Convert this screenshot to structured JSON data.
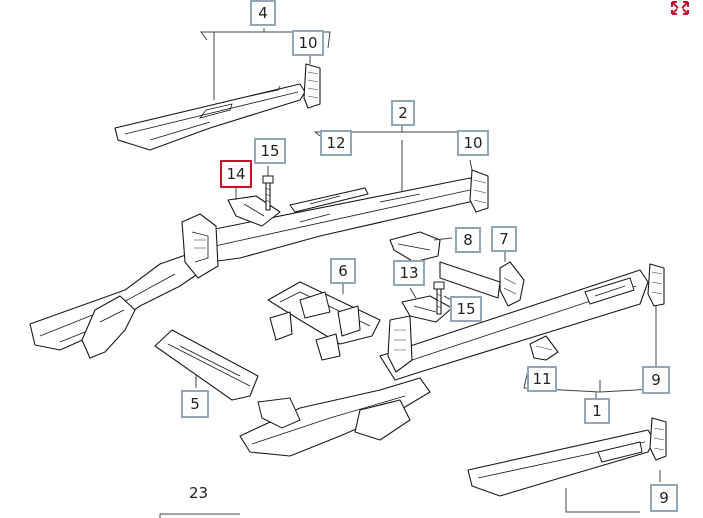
{
  "callouts": [
    {
      "id": "c4",
      "label": "4",
      "selected": false
    },
    {
      "id": "c10a",
      "label": "10",
      "selected": false
    },
    {
      "id": "c2",
      "label": "2",
      "selected": false
    },
    {
      "id": "c12",
      "label": "12",
      "selected": false
    },
    {
      "id": "c10b",
      "label": "10",
      "selected": false
    },
    {
      "id": "c15a",
      "label": "15",
      "selected": false
    },
    {
      "id": "c14",
      "label": "14",
      "selected": true
    },
    {
      "id": "c8",
      "label": "8",
      "selected": false
    },
    {
      "id": "c7",
      "label": "7",
      "selected": false
    },
    {
      "id": "c6",
      "label": "6",
      "selected": false
    },
    {
      "id": "c13",
      "label": "13",
      "selected": false
    },
    {
      "id": "c15b",
      "label": "15",
      "selected": false
    },
    {
      "id": "c11",
      "label": "11",
      "selected": false
    },
    {
      "id": "c9a",
      "label": "9",
      "selected": false
    },
    {
      "id": "c5",
      "label": "5",
      "selected": false
    },
    {
      "id": "c1",
      "label": "1",
      "selected": false
    },
    {
      "id": "c9b",
      "label": "9",
      "selected": false
    }
  ],
  "plain_labels": {
    "label_23": "23"
  },
  "toolbar": {
    "expand_icon": "expand-arrows-icon",
    "accent_color": "#c8102e"
  },
  "colors": {
    "callout_border": "#8fa7b6",
    "selected_border": "#c8102e",
    "line": "#1a1a1a"
  }
}
